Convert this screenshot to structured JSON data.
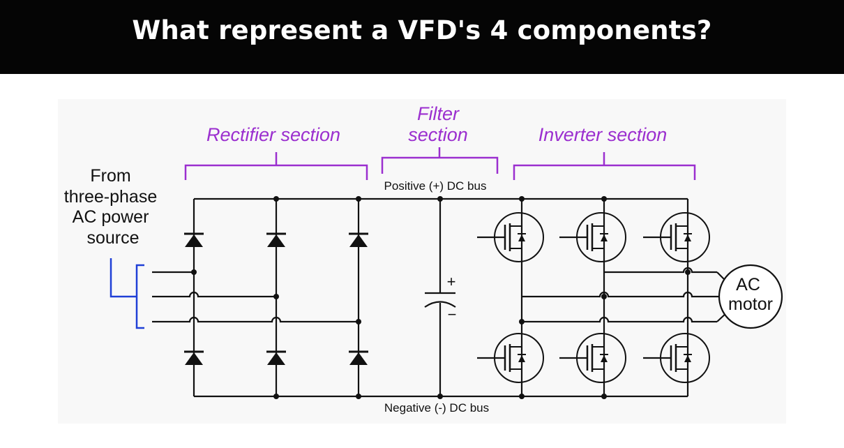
{
  "header": {
    "title": "What represent a VFD's 4 components?"
  },
  "diagram": {
    "sections": {
      "rectifier": "Rectifier section",
      "filter_line1": "Filter",
      "filter_line2": "section",
      "inverter": "Inverter section"
    },
    "source_label": [
      "From",
      "three-phase",
      "AC power",
      "source"
    ],
    "positive_bus": "Positive (+) DC bus",
    "negative_bus": "Negative (-) DC bus",
    "capacitor_plus": "+",
    "capacitor_minus": "−",
    "motor": [
      "AC",
      "motor"
    ],
    "colors": {
      "section": "#9b2fcf",
      "source_bracket": "#1f3fd6",
      "header_bg": "#050505"
    }
  }
}
